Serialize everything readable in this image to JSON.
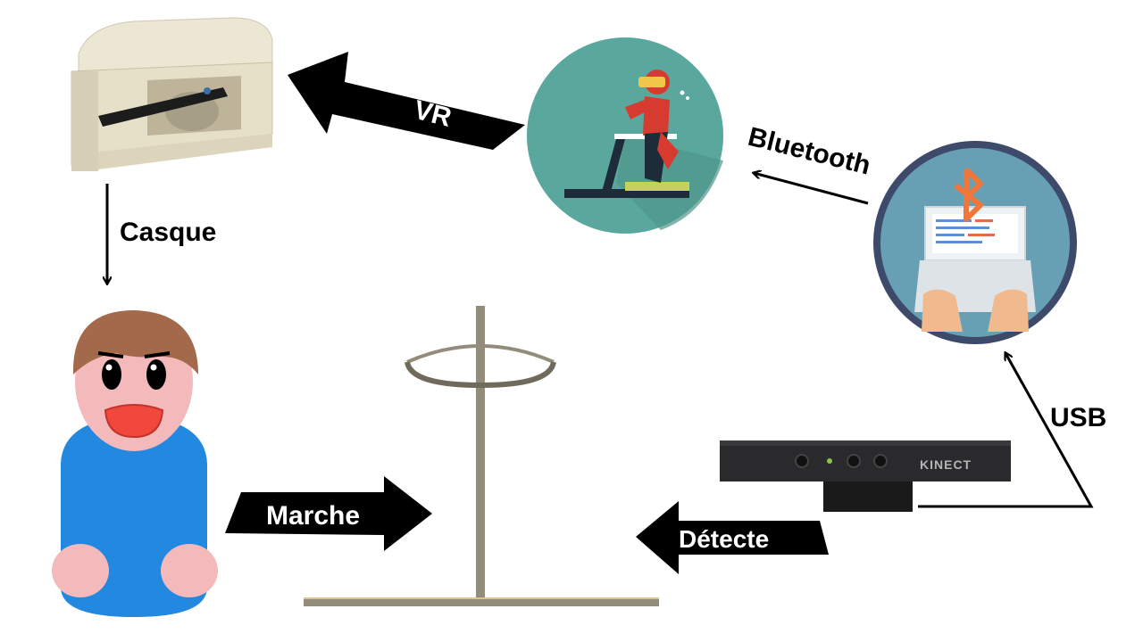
{
  "diagram": {
    "labels": {
      "vr": "VR",
      "bluetooth": "Bluetooth",
      "casque": "Casque",
      "marche": "Marche",
      "detecte": "Détecte",
      "usb": "USB",
      "kinect": "KINECT"
    },
    "icons": {
      "headset": "vr-headset-icon",
      "treadmill": "vr-treadmill-runner-icon",
      "laptop": "laptop-bluetooth-icon",
      "user": "cartoon-user-icon",
      "stand": "ring-stand-icon",
      "sensor": "kinect-sensor-icon"
    },
    "colors": {
      "arrow": "#000000",
      "treadmill_circle": "#5aa79d",
      "laptop_circle": "#67a0b5",
      "laptop_ring": "#3e4a6a",
      "runner": "#d73a2f",
      "user_shirt": "#2389e0",
      "user_skin": "#f3b9bb",
      "user_hair": "#a26a4a",
      "stand": "#938c7a",
      "bluetooth": "#f0763a"
    }
  }
}
